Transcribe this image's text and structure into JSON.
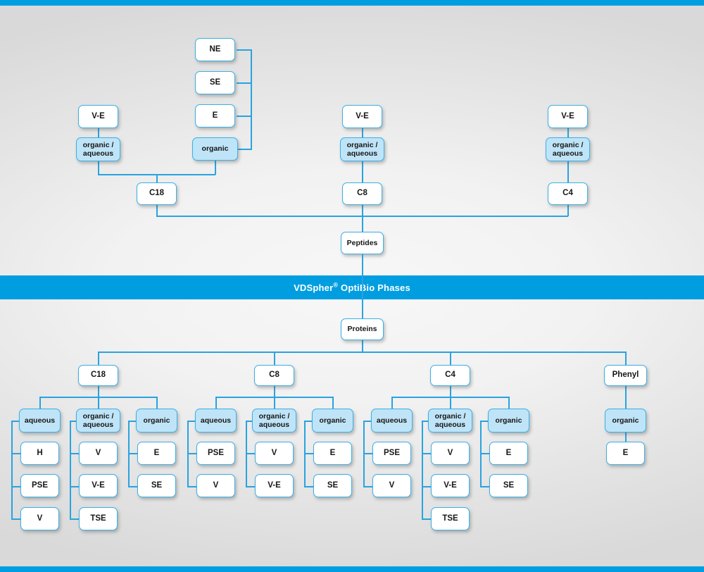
{
  "banner": {
    "text_before": "VDSpher",
    "sup": "®",
    "text_after": " OptiBio Phases"
  },
  "colors": {
    "accent": "#009ee0",
    "line": "#29a3e0",
    "node_border": "#3bb0e5",
    "node_fill": "#ffffff",
    "node_fill_highlight": "#bfe4f7",
    "text": "#161616",
    "banner_text": "#ffffff",
    "background": "#ececec"
  },
  "peptides": {
    "root_label": "Peptides",
    "columns": [
      {
        "sorbent": "C18",
        "modes": [
          {
            "label": "organic /\naqueous",
            "highlight": true,
            "parent": "V-E",
            "children": []
          },
          {
            "label": "organic",
            "highlight": true,
            "parent": null,
            "children": [
              "NE",
              "SE",
              "E"
            ]
          }
        ],
        "top_label": "V-E",
        "stack": [
          "NE",
          "SE",
          "E"
        ]
      },
      {
        "sorbent": "C8",
        "modes": [
          {
            "label": "organic /\naqueous",
            "highlight": true,
            "parent": "V-E",
            "children": []
          }
        ],
        "top_label": "V-E",
        "stack": []
      },
      {
        "sorbent": "C4",
        "modes": [
          {
            "label": "organic /\naqueous",
            "highlight": true,
            "parent": "V-E",
            "children": []
          }
        ],
        "top_label": "V-E",
        "stack": []
      }
    ]
  },
  "proteins": {
    "root_label": "Proteins",
    "columns": [
      {
        "sorbent": "C18",
        "groups": [
          {
            "label": "aqueous",
            "items": [
              "H",
              "PSE",
              "V"
            ]
          },
          {
            "label": "organic /\naqueous",
            "items": [
              "V",
              "V-E",
              "TSE"
            ]
          },
          {
            "label": "organic",
            "items": [
              "E",
              "SE"
            ]
          }
        ]
      },
      {
        "sorbent": "C8",
        "groups": [
          {
            "label": "aqueous",
            "items": [
              "PSE",
              "V"
            ]
          },
          {
            "label": "organic /\naqueous",
            "items": [
              "V",
              "V-E"
            ]
          },
          {
            "label": "organic",
            "items": [
              "E",
              "SE"
            ]
          }
        ]
      },
      {
        "sorbent": "C4",
        "groups": [
          {
            "label": "aqueous",
            "items": [
              "PSE",
              "V"
            ]
          },
          {
            "label": "organic /\naqueous",
            "items": [
              "V",
              "V-E",
              "TSE"
            ]
          },
          {
            "label": "organic",
            "items": [
              "E",
              "SE"
            ]
          }
        ]
      },
      {
        "sorbent": "Phenyl",
        "groups": [
          {
            "label": "organic",
            "items": [
              "E"
            ]
          }
        ]
      }
    ]
  },
  "nodes": {
    "p_ne": "NE",
    "p_se": "SE",
    "p_e": "E",
    "p_organic": "organic",
    "p_ve_1": "V-E",
    "p_oa_1": "organic /\naqueous",
    "p_c18": "C18",
    "p_ve_2": "V-E",
    "p_oa_2": "organic /\naqueous",
    "p_c8": "C8",
    "p_ve_3": "V-E",
    "p_oa_3": "organic /\naqueous",
    "p_c4": "C4",
    "peptides": "Peptides",
    "proteins": "Proteins",
    "r_c18": "C18",
    "r_c8": "C8",
    "r_c4": "C4",
    "r_phenyl": "Phenyl",
    "c18_aqueous": "aqueous",
    "c18_aq_1": "H",
    "c18_aq_2": "PSE",
    "c18_aq_3": "V",
    "c18_oa": "organic /\naqueous",
    "c18_oa_1": "V",
    "c18_oa_2": "V-E",
    "c18_oa_3": "TSE",
    "c18_org": "organic",
    "c18_org_1": "E",
    "c18_org_2": "SE",
    "c8_aqueous": "aqueous",
    "c8_aq_1": "PSE",
    "c8_aq_2": "V",
    "c8_oa": "organic /\naqueous",
    "c8_oa_1": "V",
    "c8_oa_2": "V-E",
    "c8_org": "organic",
    "c8_org_1": "E",
    "c8_org_2": "SE",
    "c4_aqueous": "aqueous",
    "c4_aq_1": "PSE",
    "c4_aq_2": "V",
    "c4_oa": "organic /\naqueous",
    "c4_oa_1": "V",
    "c4_oa_2": "V-E",
    "c4_oa_3": "TSE",
    "c4_org": "organic",
    "c4_org_1": "E",
    "c4_org_2": "SE",
    "ph_org": "organic",
    "ph_org_1": "E"
  }
}
